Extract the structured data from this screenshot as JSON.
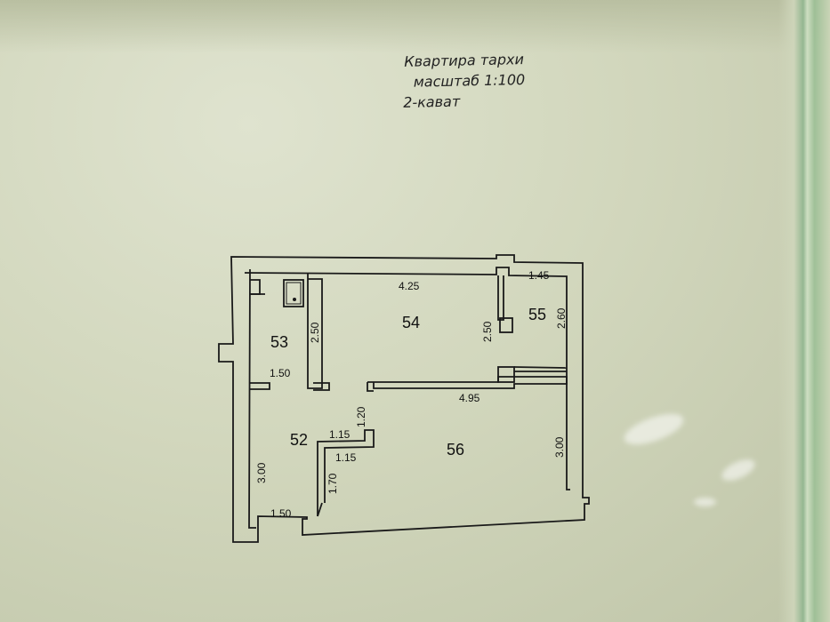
{
  "header": {
    "title": "Квартира тархи",
    "scale": "масштаб 1:100",
    "floor": "2-кават"
  },
  "rooms": {
    "r52": "52",
    "r53": "53",
    "r54": "54",
    "r55": "55",
    "r56": "56"
  },
  "dimensions": {
    "d_425": "4.25",
    "d_145": "1.45",
    "d_250_left": "2.50",
    "d_250_right": "2.50",
    "d_260": "2.60",
    "d_150_top": "1.50",
    "d_495": "4.95",
    "d_120": "1.20",
    "d_115_a": "1.15",
    "d_115_b": "1.15",
    "d_300_left": "3.00",
    "d_300_right": "3.00",
    "d_170": "1.70",
    "d_150_bottom": "1.50"
  },
  "colors": {
    "paper": "#d2d7bd",
    "ink": "#1a1a1a",
    "security_border": "#8fb58e"
  }
}
